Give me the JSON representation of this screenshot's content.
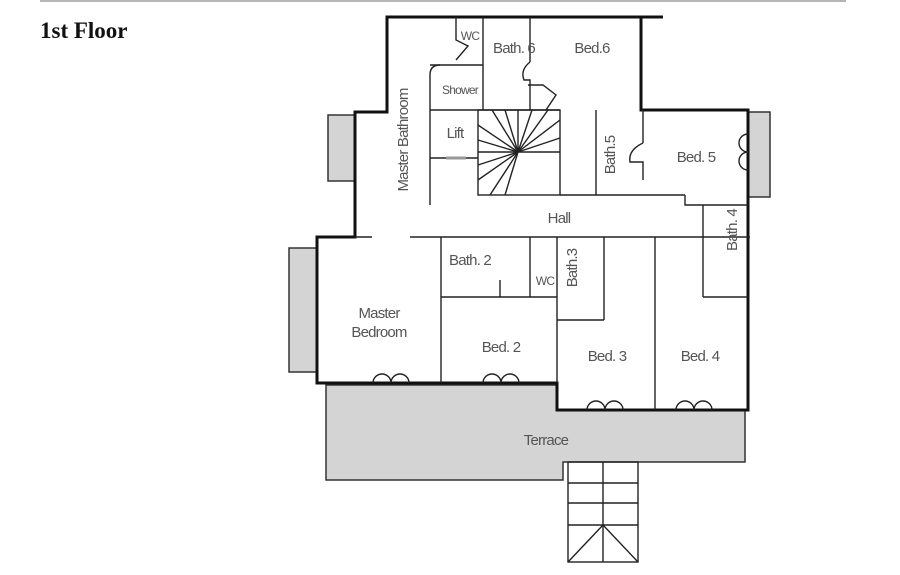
{
  "title": "1st Floor",
  "rooms": {
    "wc_top": "WC",
    "bath6": "Bath. 6",
    "bed6": "Bed.6",
    "shower": "Shower",
    "lift": "Lift",
    "master_bathroom": "Master Bathroom",
    "bath5": "Bath.5",
    "bed5": "Bed. 5",
    "hall": "Hall",
    "bath4": "Bath. 4",
    "bath2": "Bath. 2",
    "wc_lower": "WC",
    "bath3": "Bath.3",
    "master_bedroom_line1": "Master",
    "master_bedroom_line2": "Bedroom",
    "bed2": "Bed. 2",
    "bed3": "Bed. 3",
    "bed4": "Bed. 4",
    "terrace": "Terrace"
  }
}
